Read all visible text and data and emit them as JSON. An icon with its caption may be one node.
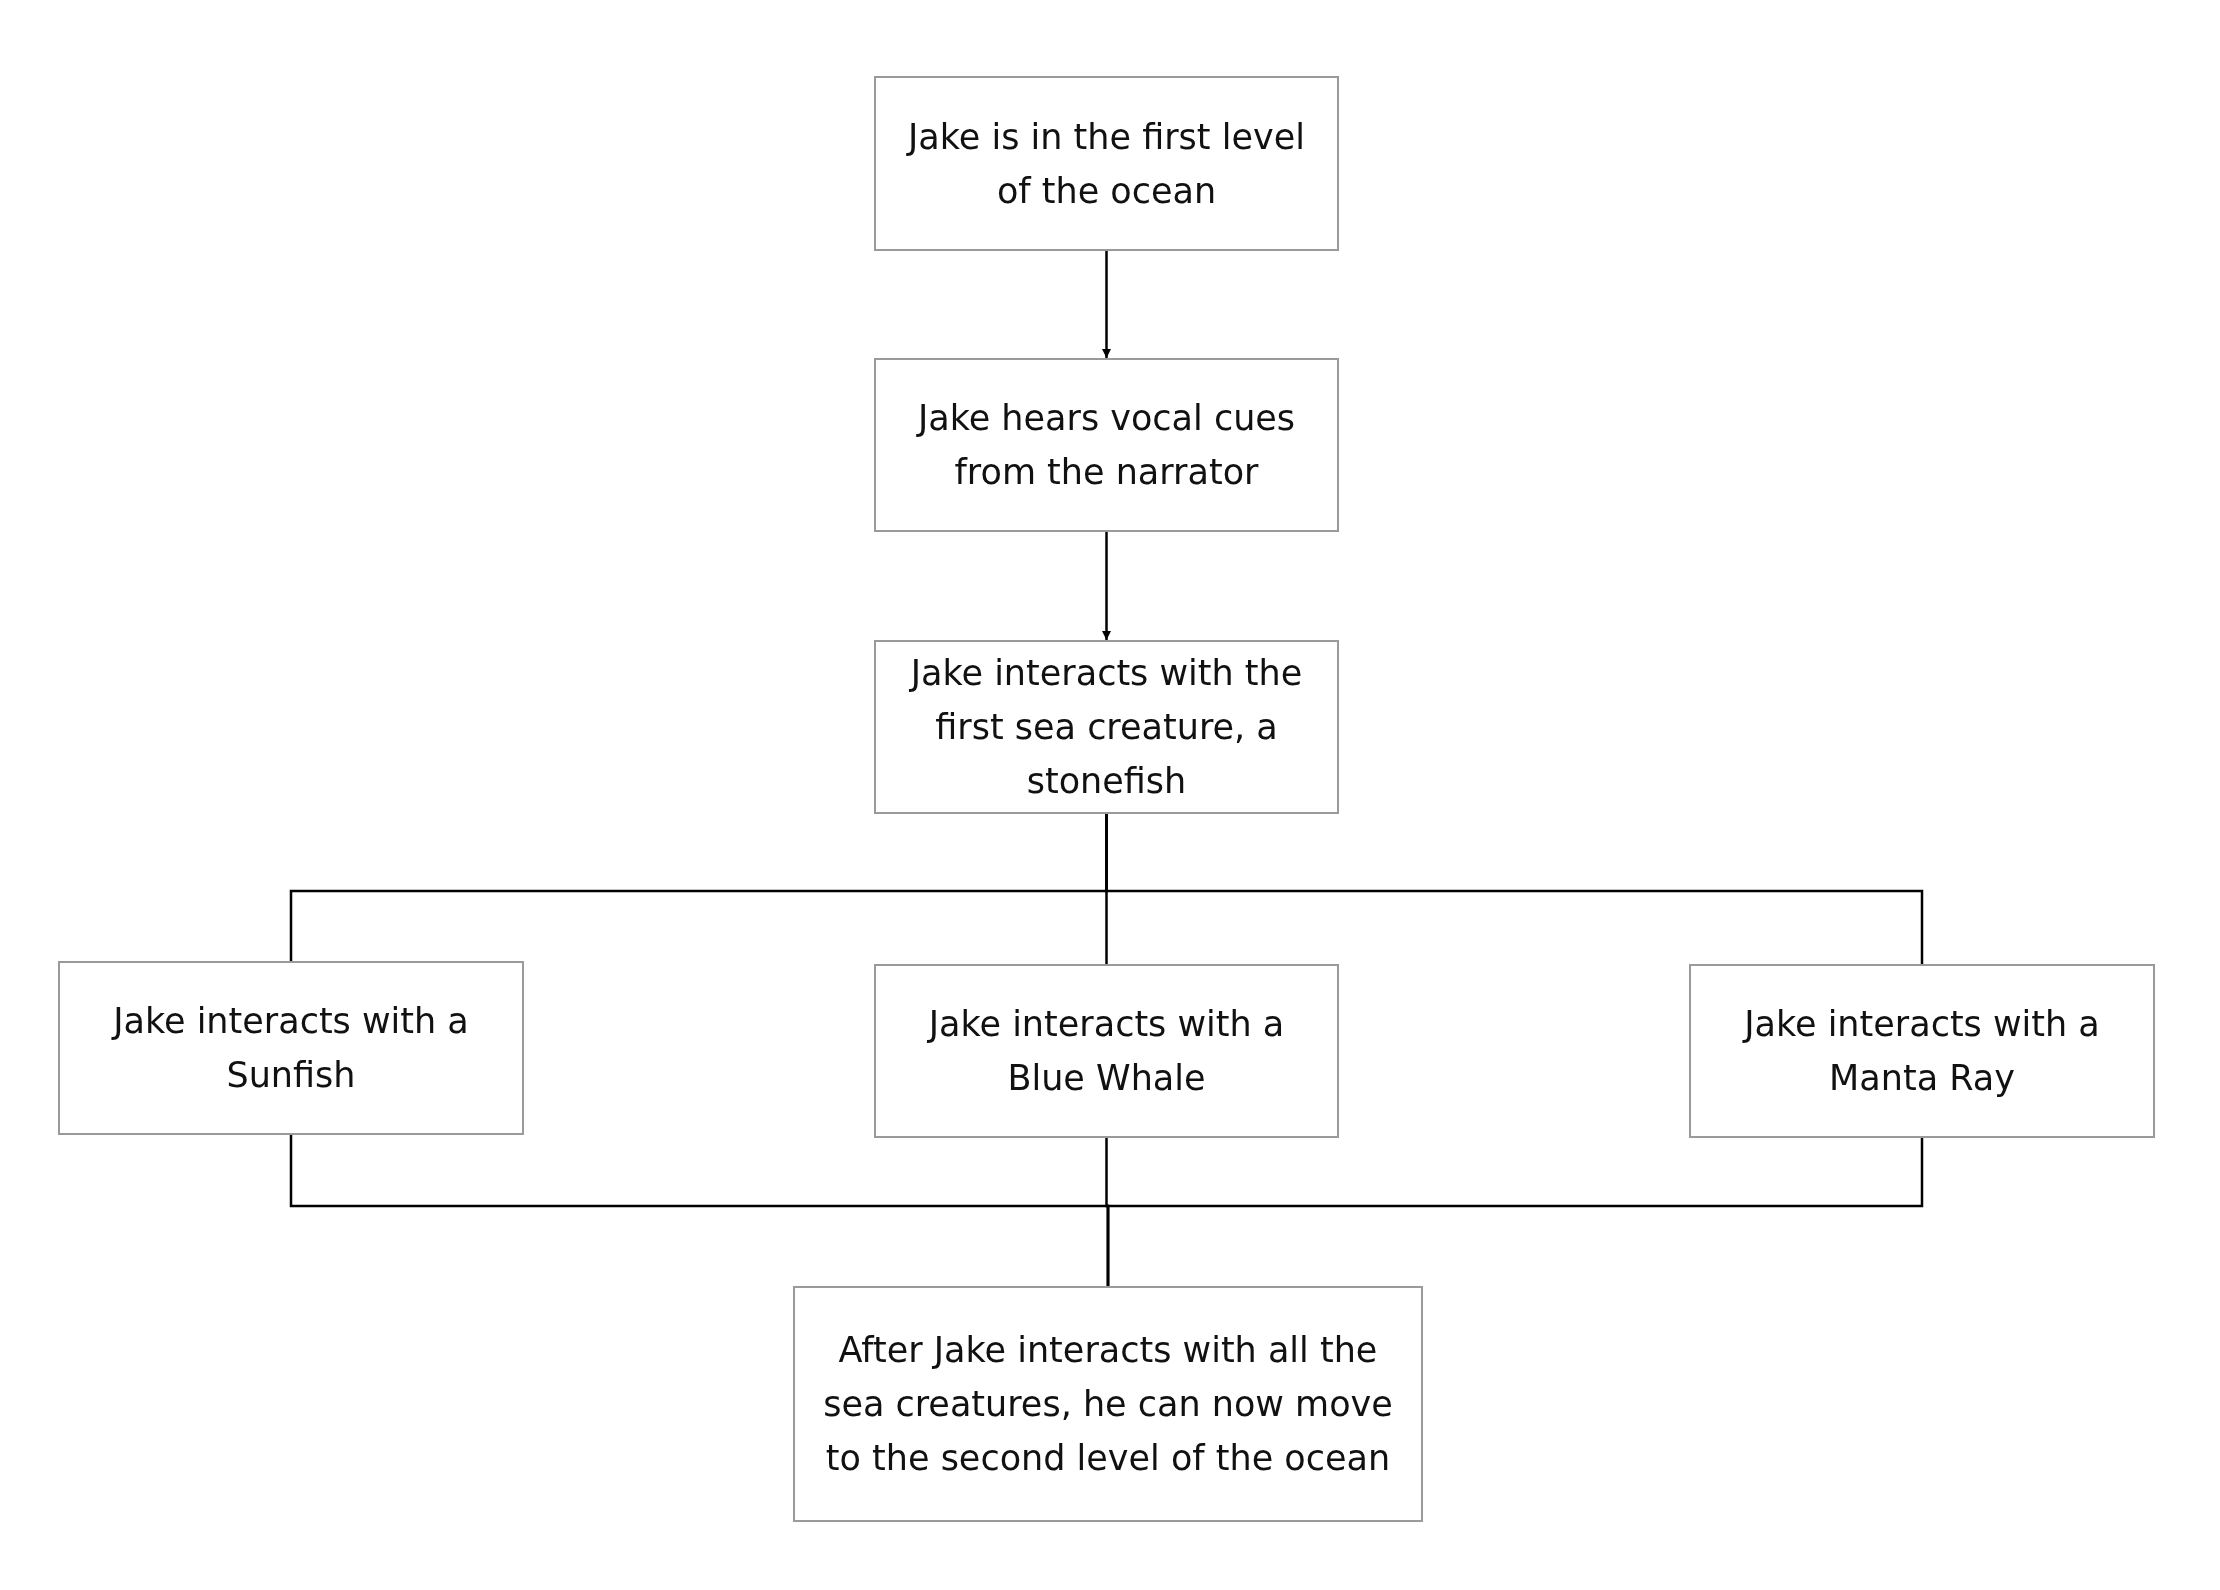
{
  "diagram": {
    "nodes": [
      {
        "text": [
          "Jake is in the first level of the ocean"
        ]
      },
      {
        "text": [
          "Jake hears vocal cues from the narrator"
        ]
      },
      {
        "text": [
          "Jake interacts with the first sea creature, a stonefish"
        ]
      },
      {
        "text": [
          "Jake interacts with a Sunfish"
        ]
      },
      {
        "text": [
          "Jake interacts with a Blue Whale"
        ]
      },
      {
        "text": [
          "Jake interacts with a Manta Ray"
        ]
      },
      {
        "text": [
          "After Jake interacts with all the sea creatures, he can now move to the second level of the ocean"
        ]
      }
    ],
    "edges": [
      {
        "from": 0,
        "to": 1,
        "arrow": "to"
      },
      {
        "from": 1,
        "to": 2,
        "arrow": "to"
      },
      {
        "from": 2,
        "to": 3,
        "arrow": "none"
      },
      {
        "from": 2,
        "to": 4,
        "arrow": "none"
      },
      {
        "from": 2,
        "to": 5,
        "arrow": "none"
      },
      {
        "from": 3,
        "to": 6,
        "arrow": "none"
      },
      {
        "from": 4,
        "to": 6,
        "arrow": "none"
      },
      {
        "from": 5,
        "to": 6,
        "arrow": "none"
      }
    ]
  }
}
